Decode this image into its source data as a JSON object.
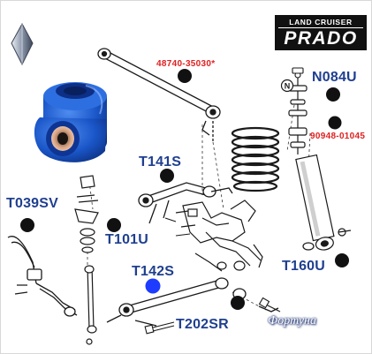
{
  "brand": {
    "top_text": "LAND CRUISER",
    "bottom_text": "PRADO"
  },
  "part_labels": {
    "n084u": "N084U",
    "t141s": "T141S",
    "t039sv": "T039SV",
    "t101u": "T101U",
    "t142s": "T142S",
    "t160u": "T160U",
    "t202sr": "T202SR"
  },
  "oem_labels": {
    "oem_48740": "48740-35030*",
    "oem_90948": "90948-01045"
  },
  "callout_letter": "N",
  "watermark": {
    "text": "Фортуна"
  },
  "colors": {
    "label_blue": "#1f3f8f",
    "oem_red": "#e02020",
    "marker_black": "#111111",
    "highlight_blue": "#1d3cff",
    "bushing_blue": "#1a56c8",
    "brand_bg": "#111111"
  }
}
